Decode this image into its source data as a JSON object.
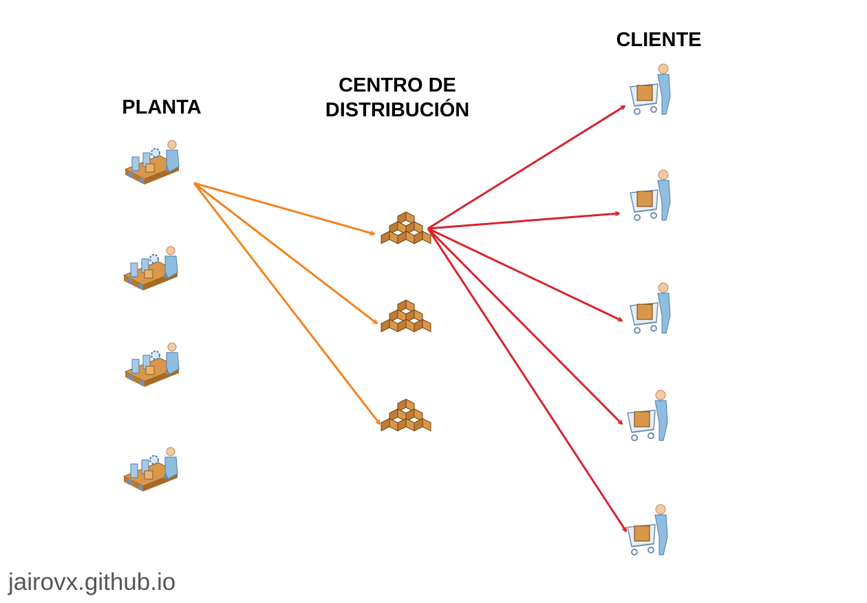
{
  "titles": {
    "planta": "PLANTA",
    "centro_line1": "CENTRO DE",
    "centro_line2": "DISTRIBUCIÓN",
    "cliente": "CLIENTE"
  },
  "watermark": "jairovx.github.io",
  "nodes": {
    "plants": [
      "plant-1",
      "plant-2",
      "plant-3",
      "plant-4"
    ],
    "distribution_centers": [
      "dc-1",
      "dc-2",
      "dc-3"
    ],
    "clients": [
      "client-1",
      "client-2",
      "client-3",
      "client-4",
      "client-5"
    ]
  },
  "flows": {
    "plant_to_dc": {
      "from": "plant-1",
      "to": [
        "dc-1",
        "dc-2",
        "dc-3"
      ],
      "color": "#f5821f"
    },
    "dc_to_client": {
      "from": "dc-1",
      "to": [
        "client-1",
        "client-2",
        "client-3",
        "client-4",
        "client-5"
      ],
      "color": "#d9232d"
    }
  },
  "colors": {
    "plant_arrow": "#f5821f",
    "client_arrow": "#d9232d",
    "box": "#d9974a",
    "person": "#8fbde0"
  }
}
